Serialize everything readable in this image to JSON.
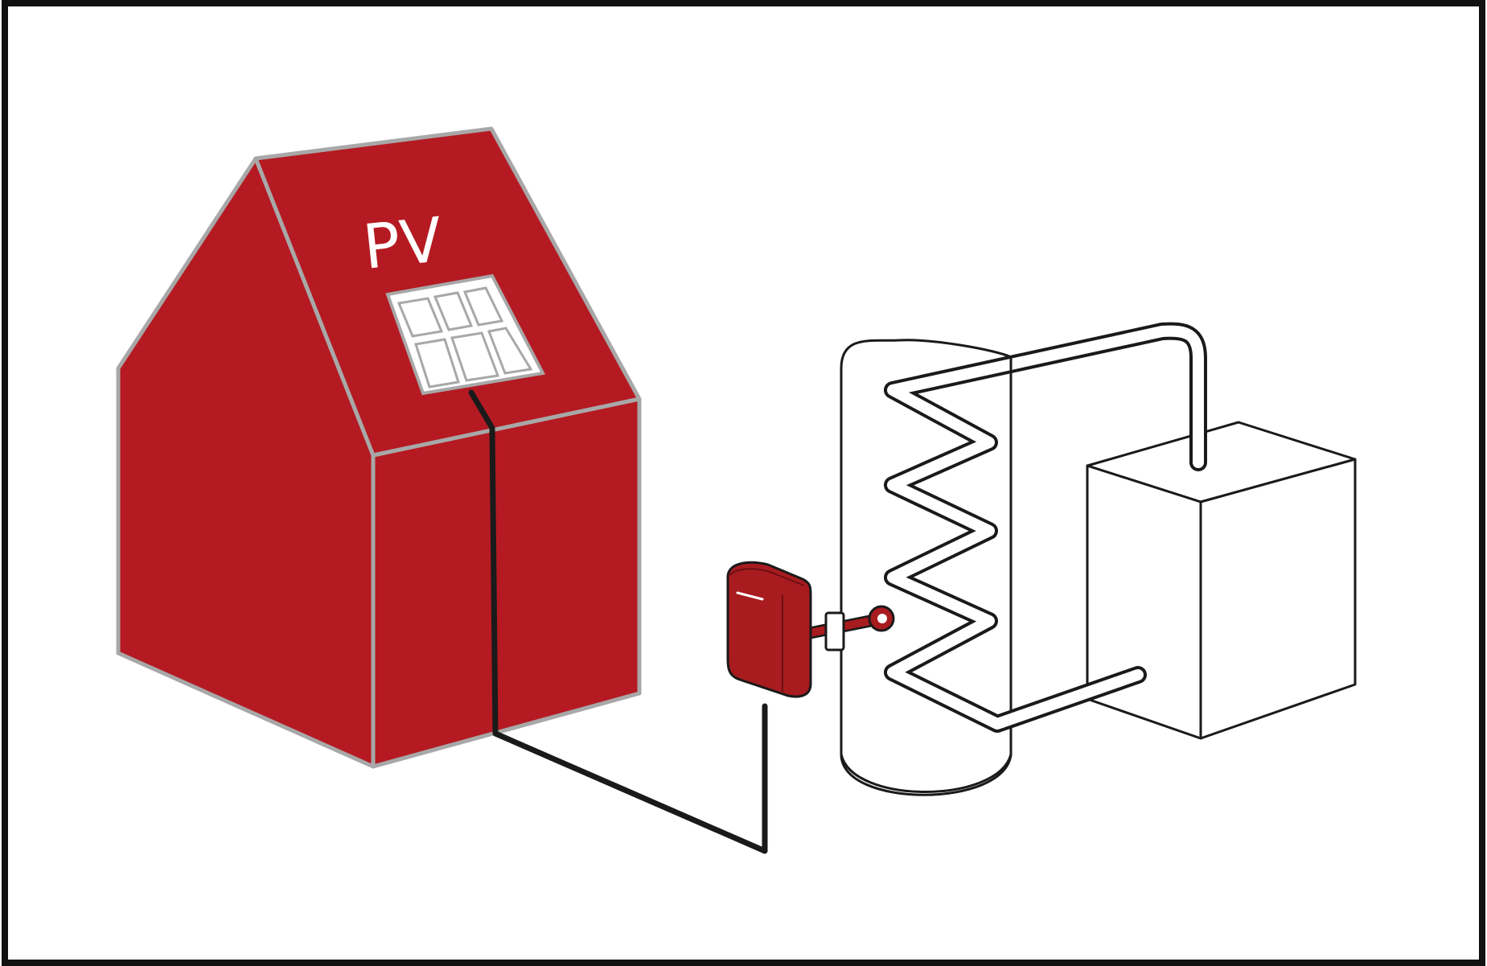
{
  "diagram": {
    "pv_label": "PV",
    "colors": {
      "house_red": "#b51a22",
      "device_red": "#a81b1f",
      "outline_gray": "#a8a8a8",
      "line_black": "#1a1a1a",
      "frame_black": "#111111",
      "background": "#ffffff"
    },
    "icons": {
      "house": "house-with-gabled-roof",
      "solar_panel": "solar-panel-2x3-grid",
      "controller": "red-wall-controller-box",
      "heating_rod": "immersion-heater-rod",
      "storage_tank": "water-storage-cylinder",
      "heating_coil": "zigzag-heat-exchanger-coil",
      "boiler": "boiler-box"
    }
  }
}
